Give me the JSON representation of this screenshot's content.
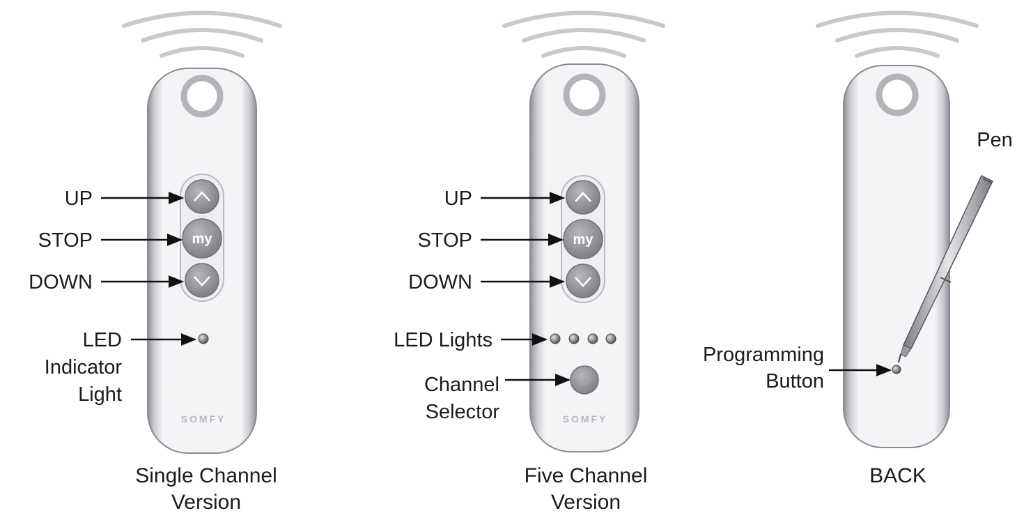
{
  "remotes": {
    "single": {
      "caption_line1": "Single Channel",
      "caption_line2": "Version",
      "brand": "SOMFY",
      "buttons": {
        "up_label": "UP",
        "stop_label": "STOP",
        "down_label": "DOWN",
        "my_text": "my"
      },
      "led_label_line1": "LED",
      "led_label_line2": "Indicator",
      "led_label_line3": "Light"
    },
    "five": {
      "caption_line1": "Five Channel",
      "caption_line2": "Version",
      "brand": "SOMFY",
      "buttons": {
        "up_label": "UP",
        "stop_label": "STOP",
        "down_label": "DOWN",
        "my_text": "my"
      },
      "led_label": "LED Lights",
      "selector_label_line1": "Channel",
      "selector_label_line2": "Selector"
    },
    "back": {
      "caption": "BACK",
      "pen_label": "Pen",
      "prog_label_line1": "Programming",
      "prog_label_line2": "Button"
    }
  },
  "icons": [
    "wireless-signal-icon",
    "chevron-up-icon",
    "chevron-down-icon",
    "pen-icon"
  ],
  "colors": {
    "body_light": "#f2f3f5",
    "body_edge": "#9fa0a6",
    "button_gray": "#8c8d92",
    "text": "#1b1b1b"
  }
}
